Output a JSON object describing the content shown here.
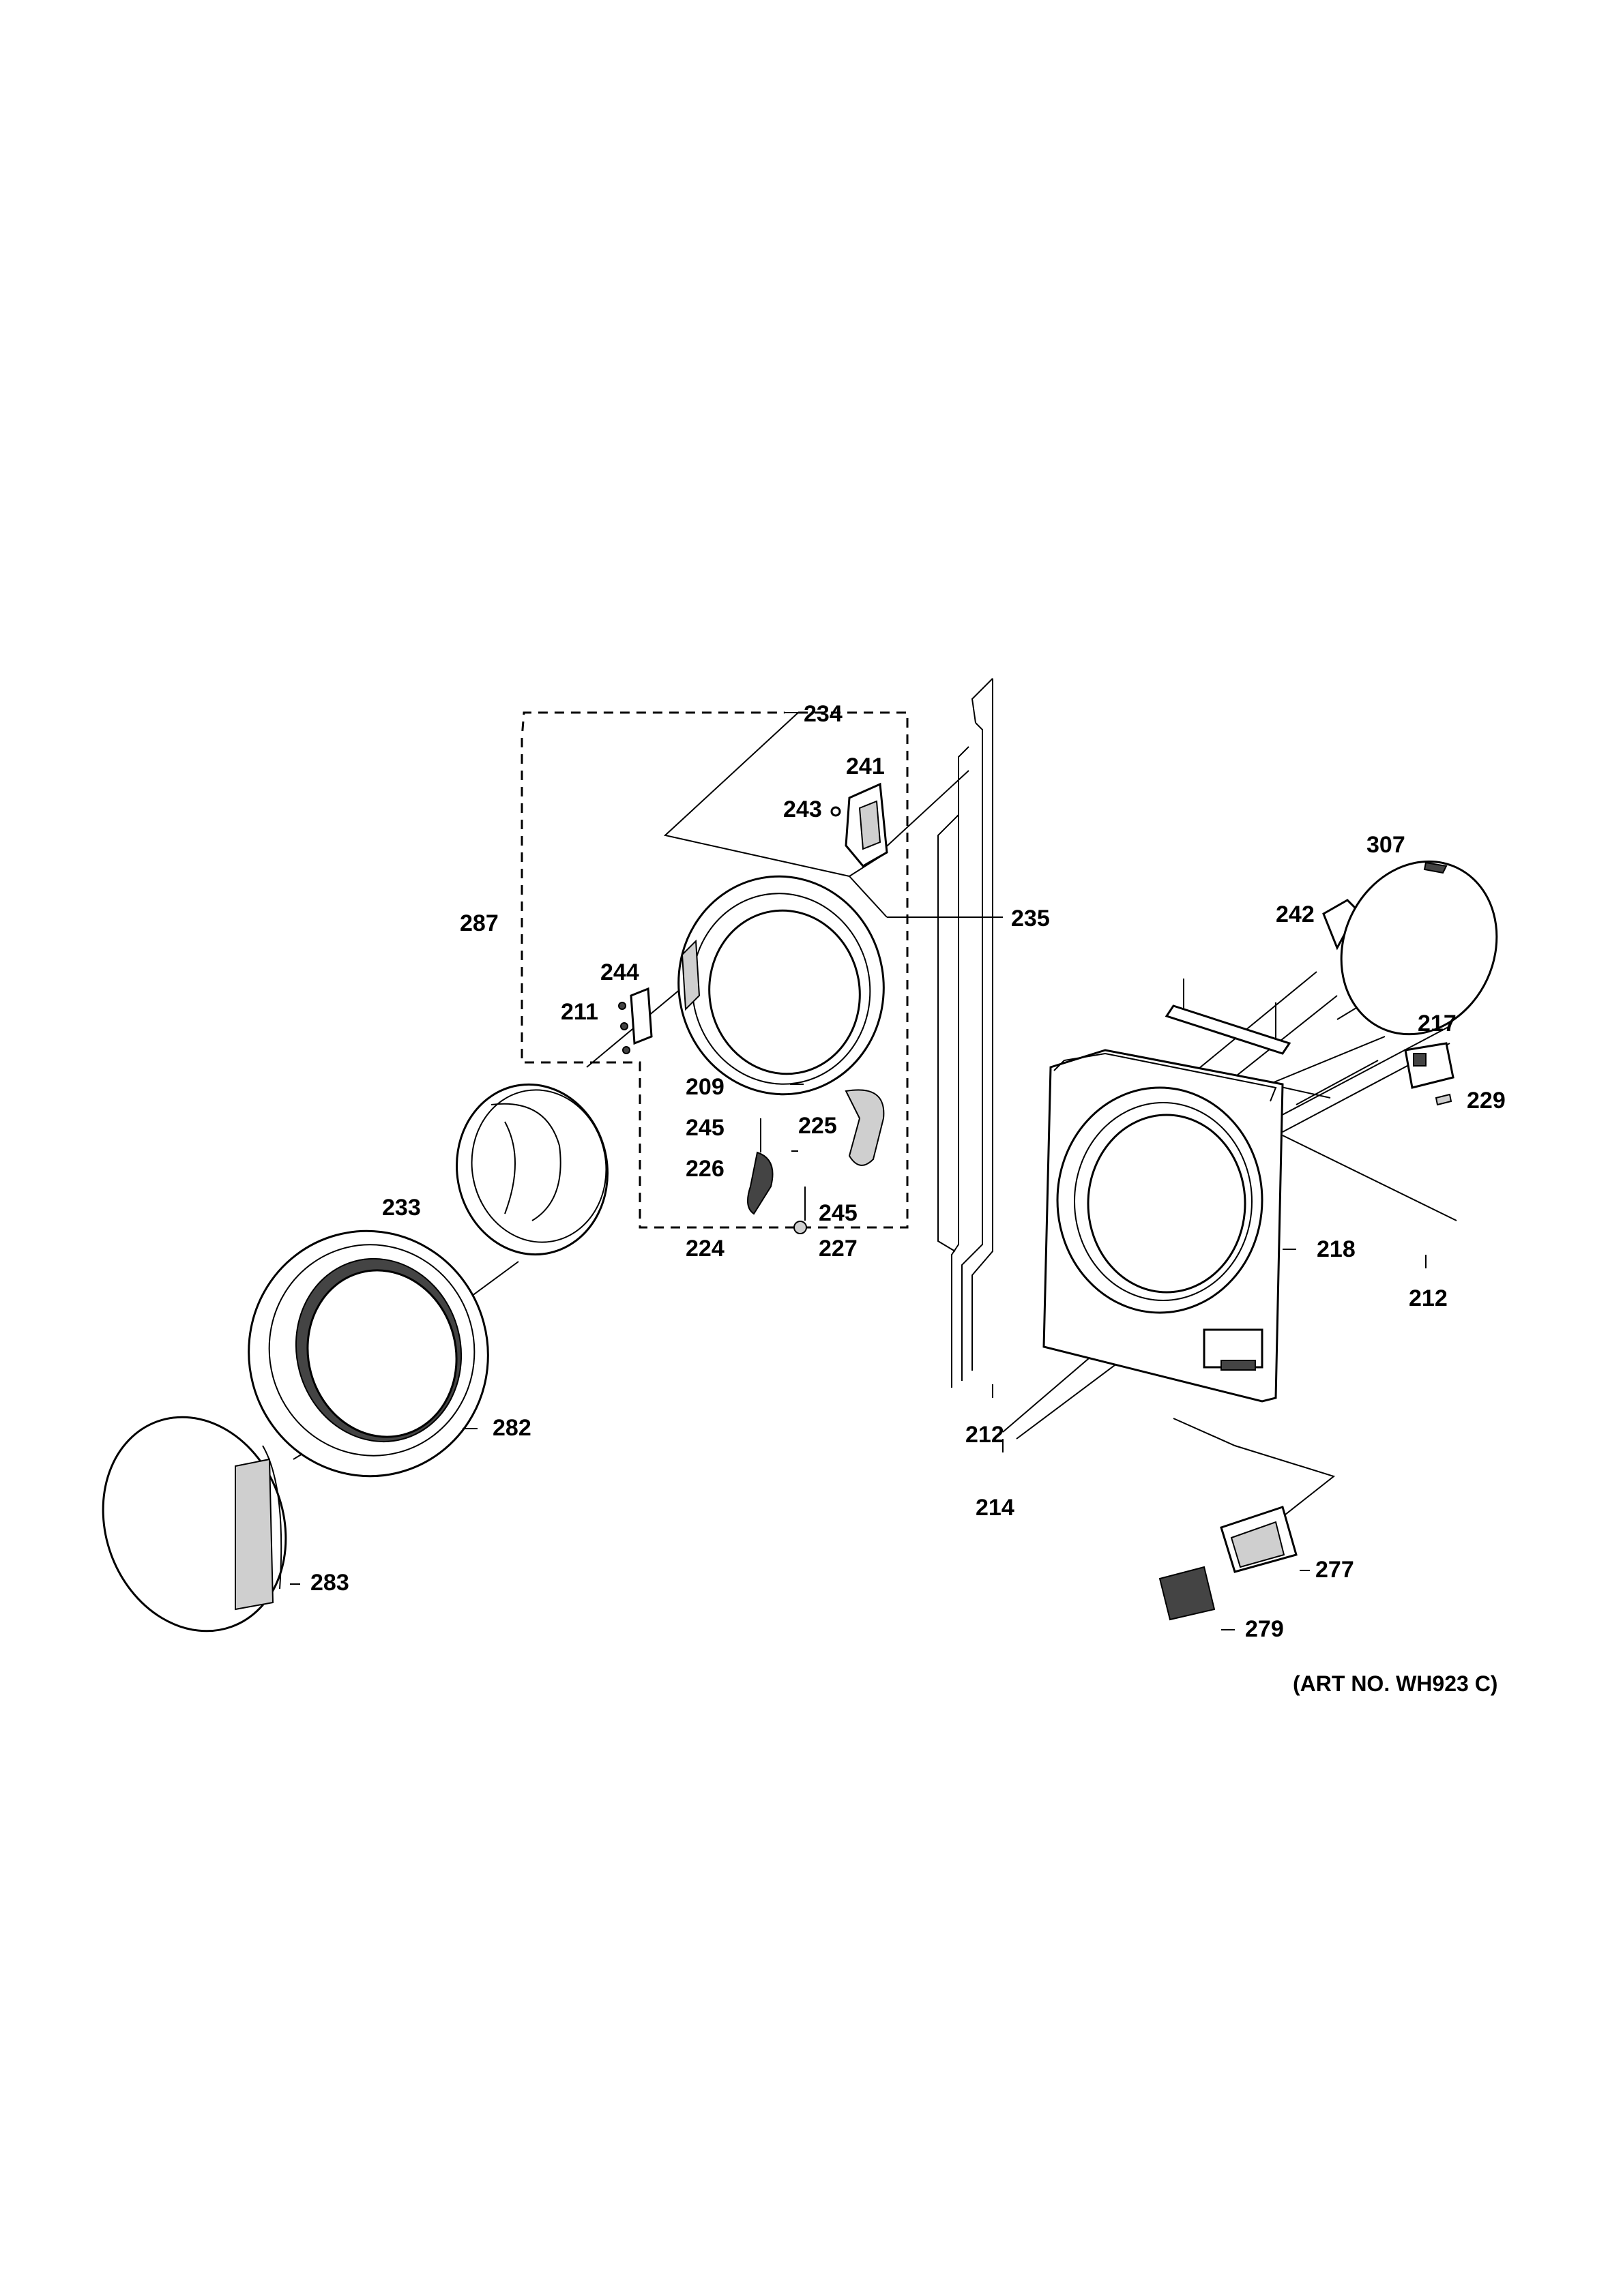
{
  "callouts": {
    "c209": "209",
    "c211": "211",
    "c212a": "212",
    "c212b": "212",
    "c214": "214",
    "c217": "217",
    "c218": "218",
    "c224": "224",
    "c225": "225",
    "c226": "226",
    "c227": "227",
    "c229": "229",
    "c233": "233",
    "c234": "234",
    "c235": "235",
    "c241": "241",
    "c242": "242",
    "c243": "243",
    "c244": "244",
    "c245a": "245",
    "c245b": "245",
    "c277": "277",
    "c279": "279",
    "c282": "282",
    "c283": "283",
    "c287": "287",
    "c307": "307"
  },
  "art_number": "(ART NO. WH923 C)"
}
